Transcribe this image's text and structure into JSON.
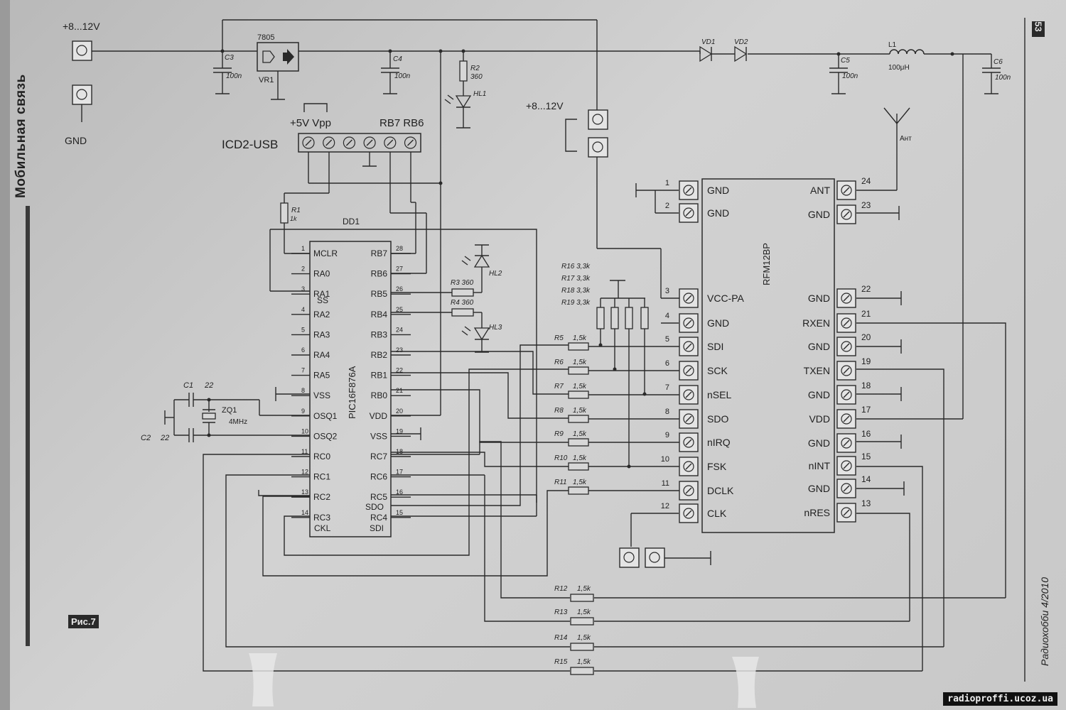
{
  "header": {
    "section_title": "Мобильная связь",
    "page_number": "53",
    "journal": "Радиохобби 4/2010",
    "figure_label": "Рис.7",
    "website": "radioproffi.ucoz.ua"
  },
  "power": {
    "input_label": "+8...12V",
    "gnd_label": "GND",
    "input2_label": "+8...12V"
  },
  "vreg": {
    "type": "7805",
    "name": "VR1"
  },
  "caps": {
    "c3": "C3",
    "c3v": "100n",
    "c4": "C4",
    "c4v": "100n",
    "c5": "C5",
    "c5v": "100n",
    "c6": "C6",
    "c6v": "100n",
    "c1": "C1",
    "c1v": "22",
    "c2": "C2",
    "c2v": "22"
  },
  "diodes": {
    "vd1": "VD1",
    "vd2": "VD2"
  },
  "inductor": {
    "name": "L1",
    "value": "100μH"
  },
  "leds": {
    "hl1": "HL1",
    "hl2": "HL2",
    "hl3": "HL3"
  },
  "res_top": {
    "r2": "R2",
    "r2v": "360",
    "r1": "R1",
    "r1v": "1k",
    "r3": "R3 360",
    "r4": "R4 360"
  },
  "pullups": [
    "R16 3,3k",
    "R17 3,3k",
    "R18 3,3k",
    "R19 3,3k"
  ],
  "series_res": [
    "R5",
    "R6",
    "R7",
    "R8",
    "R9",
    "R10",
    "R11"
  ],
  "series_val": "1,5k",
  "bottom_res": [
    "R12",
    "R13",
    "R14",
    "R15"
  ],
  "crystal": {
    "name": "ZQ1",
    "freq": "4MHz"
  },
  "programmer": {
    "title": "ICD2-USB",
    "labels_left": "+5V Vpp",
    "labels_right": "RB7 RB6"
  },
  "mcu": {
    "ref": "DD1",
    "part": "PIC16F876A",
    "left": [
      {
        "n": "1",
        "l": "MCLR"
      },
      {
        "n": "2",
        "l": "RA0"
      },
      {
        "n": "3",
        "l": "RA1"
      },
      {
        "n": "4",
        "l": "RA2"
      },
      {
        "n": "5",
        "l": "RA3"
      },
      {
        "n": "6",
        "l": "RA4"
      },
      {
        "n": "7",
        "l": "RA5"
      },
      {
        "n": "8",
        "l": "VSS"
      },
      {
        "n": "9",
        "l": "OSQ1"
      },
      {
        "n": "10",
        "l": "OSQ2"
      },
      {
        "n": "11",
        "l": "RC0"
      },
      {
        "n": "12",
        "l": "RC1"
      },
      {
        "n": "13",
        "l": "RC2"
      },
      {
        "n": "14",
        "l": "RC3"
      }
    ],
    "left_sub": {
      "ss": "SS",
      "ckl": "CKL"
    },
    "right": [
      {
        "n": "28",
        "l": "RB7"
      },
      {
        "n": "27",
        "l": "RB6"
      },
      {
        "n": "26",
        "l": "RB5"
      },
      {
        "n": "25",
        "l": "RB4"
      },
      {
        "n": "24",
        "l": "RB3"
      },
      {
        "n": "23",
        "l": "RB2"
      },
      {
        "n": "22",
        "l": "RB1"
      },
      {
        "n": "21",
        "l": "RB0"
      },
      {
        "n": "20",
        "l": "VDD"
      },
      {
        "n": "19",
        "l": "VSS"
      },
      {
        "n": "18",
        "l": "RC7"
      },
      {
        "n": "17",
        "l": "RC6"
      },
      {
        "n": "16",
        "l": "RC5"
      },
      {
        "n": "15",
        "l": "RC4"
      }
    ],
    "right_sub": {
      "sdo": "SDO",
      "sdi": "SDI"
    }
  },
  "rf": {
    "part": "RFM12BP",
    "antenna": "Ант",
    "left": [
      {
        "n": "1",
        "l": "GND"
      },
      {
        "n": "2",
        "l": "GND"
      },
      {
        "n": "3",
        "l": "VCC-PA"
      },
      {
        "n": "4",
        "l": "GND"
      },
      {
        "n": "5",
        "l": "SDI"
      },
      {
        "n": "6",
        "l": "SCK"
      },
      {
        "n": "7",
        "l": "nSEL"
      },
      {
        "n": "8",
        "l": "SDO"
      },
      {
        "n": "9",
        "l": "nIRQ"
      },
      {
        "n": "10",
        "l": "FSK"
      },
      {
        "n": "11",
        "l": "DCLK"
      },
      {
        "n": "12",
        "l": "CLK"
      }
    ],
    "right": [
      {
        "n": "24",
        "l": "ANT"
      },
      {
        "n": "23",
        "l": "GND"
      },
      {
        "n": "22",
        "l": "GND"
      },
      {
        "n": "21",
        "l": "RXEN"
      },
      {
        "n": "20",
        "l": "GND"
      },
      {
        "n": "19",
        "l": "TXEN"
      },
      {
        "n": "18",
        "l": "GND"
      },
      {
        "n": "17",
        "l": "VDD"
      },
      {
        "n": "16",
        "l": "GND"
      },
      {
        "n": "15",
        "l": "nINT"
      },
      {
        "n": "14",
        "l": "GND"
      },
      {
        "n": "13",
        "l": "nRES"
      }
    ]
  }
}
